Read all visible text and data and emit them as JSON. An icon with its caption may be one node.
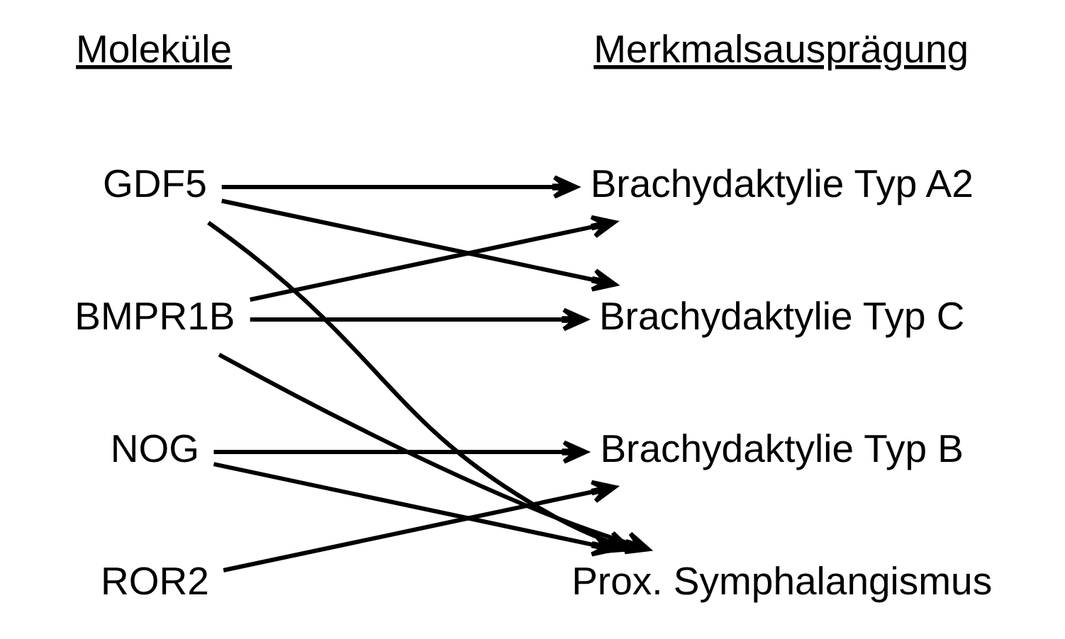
{
  "diagram": {
    "nodes": [
      {
        "text": [
          "GDF5"
        ]
      },
      {
        "text": [
          "BMPR1B"
        ]
      },
      {
        "text": [
          "NOG"
        ]
      },
      {
        "text": [
          "ROR2"
        ]
      },
      {
        "text": [
          "Brachydaktylie Typ A2"
        ]
      },
      {
        "text": [
          "Brachydaktylie Typ C"
        ]
      },
      {
        "text": [
          "Brachydaktylie Typ B"
        ]
      },
      {
        "text": [
          "Prox. Symphalangismus"
        ]
      }
    ],
    "edges": [
      {
        "from": 0,
        "to": 4,
        "arrow": "to"
      },
      {
        "from": 0,
        "to": 5,
        "arrow": "to"
      },
      {
        "from": 0,
        "to": 7,
        "arrow": "to"
      },
      {
        "from": 1,
        "to": 4,
        "arrow": "to"
      },
      {
        "from": 1,
        "to": 5,
        "arrow": "to"
      },
      {
        "from": 1,
        "to": 7,
        "arrow": "to"
      },
      {
        "from": 2,
        "to": 6,
        "arrow": "to"
      },
      {
        "from": 2,
        "to": 7,
        "arrow": "to"
      },
      {
        "from": 3,
        "to": 6,
        "arrow": "to"
      }
    ],
    "labels": [
      "Moleküle",
      "Merkmalsausprägung"
    ]
  }
}
